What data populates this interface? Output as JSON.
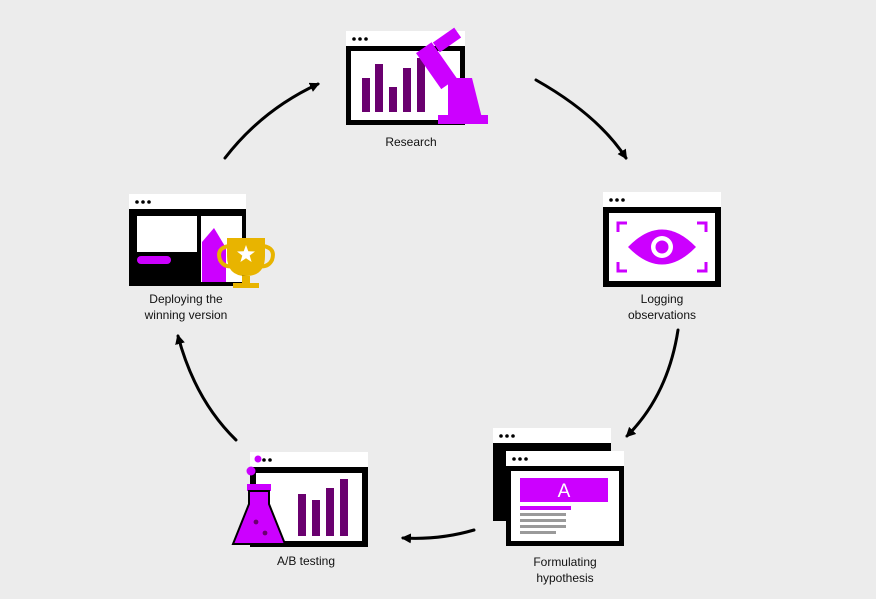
{
  "colors": {
    "background": "#ececec",
    "black": "#000000",
    "white": "#ffffff",
    "magenta": "#cc00ff",
    "purple": "#6a006f",
    "gold": "#e8b400",
    "gray": "#9a9a9a"
  },
  "steps": [
    {
      "id": "research",
      "label": "Research",
      "icon": "browser-bar-chart-microscope-icon"
    },
    {
      "id": "logging",
      "label": "Logging\nobservations",
      "icon": "browser-eye-icon"
    },
    {
      "id": "hypothesis",
      "label": "Formulating\nhypothesis",
      "icon": "browser-variant-a-icon",
      "variant_letter": "A"
    },
    {
      "id": "ab-testing",
      "label": "A/B testing",
      "icon": "flask-bar-chart-icon"
    },
    {
      "id": "deploying",
      "label": "Deploying the\nwinning version",
      "icon": "browser-trophy-icon"
    }
  ]
}
